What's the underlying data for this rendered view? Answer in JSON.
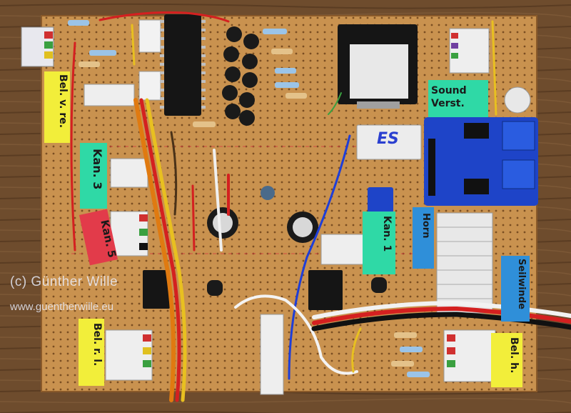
{
  "watermark": {
    "copyright": "(c) Günther Wille",
    "url": "www.guentherwille.eu"
  },
  "labels": {
    "bel_v_re": "Bel. v. re.",
    "kan3": "Kan. 3",
    "kan5": "Kan. 5",
    "bel_r_l": "Bel. r. l.",
    "sound_verst": "Sound Verst.",
    "es": "ES",
    "kan1": "Kan. 1",
    "horn": "Horn",
    "seilwinde": "Seilwinde",
    "bel_h": "Bel. h."
  },
  "colors": {
    "desk": "#6b4a2c",
    "board": "#c9924f",
    "label_yellow": "#f2ee3a",
    "label_green": "#2fd9a6",
    "label_red": "#e23b4a",
    "label_blue": "#2f8fd9",
    "driver_module": "#1e44c8"
  }
}
